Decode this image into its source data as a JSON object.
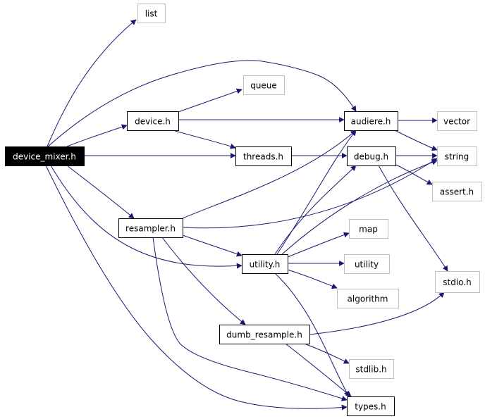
{
  "diagram": {
    "nodes": [
      {
        "id": "device_mixer_h",
        "label": "device_mixer.h",
        "kind": "root"
      },
      {
        "id": "list",
        "label": "list",
        "kind": "external"
      },
      {
        "id": "queue",
        "label": "queue",
        "kind": "external"
      },
      {
        "id": "device_h",
        "label": "device.h",
        "kind": "internal"
      },
      {
        "id": "audiere_h",
        "label": "audiere.h",
        "kind": "internal"
      },
      {
        "id": "vector",
        "label": "vector",
        "kind": "external"
      },
      {
        "id": "threads_h",
        "label": "threads.h",
        "kind": "internal"
      },
      {
        "id": "debug_h",
        "label": "debug.h",
        "kind": "internal"
      },
      {
        "id": "string",
        "label": "string",
        "kind": "external"
      },
      {
        "id": "assert_h",
        "label": "assert.h",
        "kind": "external"
      },
      {
        "id": "resampler_h",
        "label": "resampler.h",
        "kind": "internal"
      },
      {
        "id": "map",
        "label": "map",
        "kind": "external"
      },
      {
        "id": "utility_h",
        "label": "utility.h",
        "kind": "internal"
      },
      {
        "id": "utility",
        "label": "utility",
        "kind": "external"
      },
      {
        "id": "stdio_h",
        "label": "stdio.h",
        "kind": "external"
      },
      {
        "id": "algorithm",
        "label": "algorithm",
        "kind": "external"
      },
      {
        "id": "dumb_resample_h",
        "label": "dumb_resample.h",
        "kind": "internal"
      },
      {
        "id": "stdlib_h",
        "label": "stdlib.h",
        "kind": "external"
      },
      {
        "id": "types_h",
        "label": "types.h",
        "kind": "internal"
      }
    ],
    "edges": [
      {
        "from": "device_mixer_h",
        "to": "list"
      },
      {
        "from": "device_mixer_h",
        "to": "audiere_h"
      },
      {
        "from": "device_mixer_h",
        "to": "device_h"
      },
      {
        "from": "device_mixer_h",
        "to": "threads_h"
      },
      {
        "from": "device_mixer_h",
        "to": "resampler_h"
      },
      {
        "from": "device_mixer_h",
        "to": "utility_h"
      },
      {
        "from": "device_mixer_h",
        "to": "types_h"
      },
      {
        "from": "device_h",
        "to": "queue"
      },
      {
        "from": "device_h",
        "to": "audiere_h"
      },
      {
        "from": "device_h",
        "to": "threads_h"
      },
      {
        "from": "audiere_h",
        "to": "vector"
      },
      {
        "from": "audiere_h",
        "to": "string"
      },
      {
        "from": "threads_h",
        "to": "debug_h"
      },
      {
        "from": "debug_h",
        "to": "string"
      },
      {
        "from": "debug_h",
        "to": "assert_h"
      },
      {
        "from": "debug_h",
        "to": "stdio_h"
      },
      {
        "from": "resampler_h",
        "to": "audiere_h"
      },
      {
        "from": "resampler_h",
        "to": "string"
      },
      {
        "from": "resampler_h",
        "to": "utility_h"
      },
      {
        "from": "resampler_h",
        "to": "dumb_resample_h"
      },
      {
        "from": "resampler_h",
        "to": "types_h"
      },
      {
        "from": "utility_h",
        "to": "audiere_h"
      },
      {
        "from": "utility_h",
        "to": "debug_h"
      },
      {
        "from": "utility_h",
        "to": "string"
      },
      {
        "from": "utility_h",
        "to": "map"
      },
      {
        "from": "utility_h",
        "to": "utility"
      },
      {
        "from": "utility_h",
        "to": "algorithm"
      },
      {
        "from": "utility_h",
        "to": "types_h"
      },
      {
        "from": "dumb_resample_h",
        "to": "stdio_h"
      },
      {
        "from": "dumb_resample_h",
        "to": "stdlib_h"
      },
      {
        "from": "dumb_resample_h",
        "to": "types_h"
      }
    ],
    "colors": {
      "edge": "#191970",
      "internal_border": "#000000",
      "external_border": "#bfbfbf",
      "root_fill": "#000000",
      "root_text": "#ffffff"
    }
  }
}
